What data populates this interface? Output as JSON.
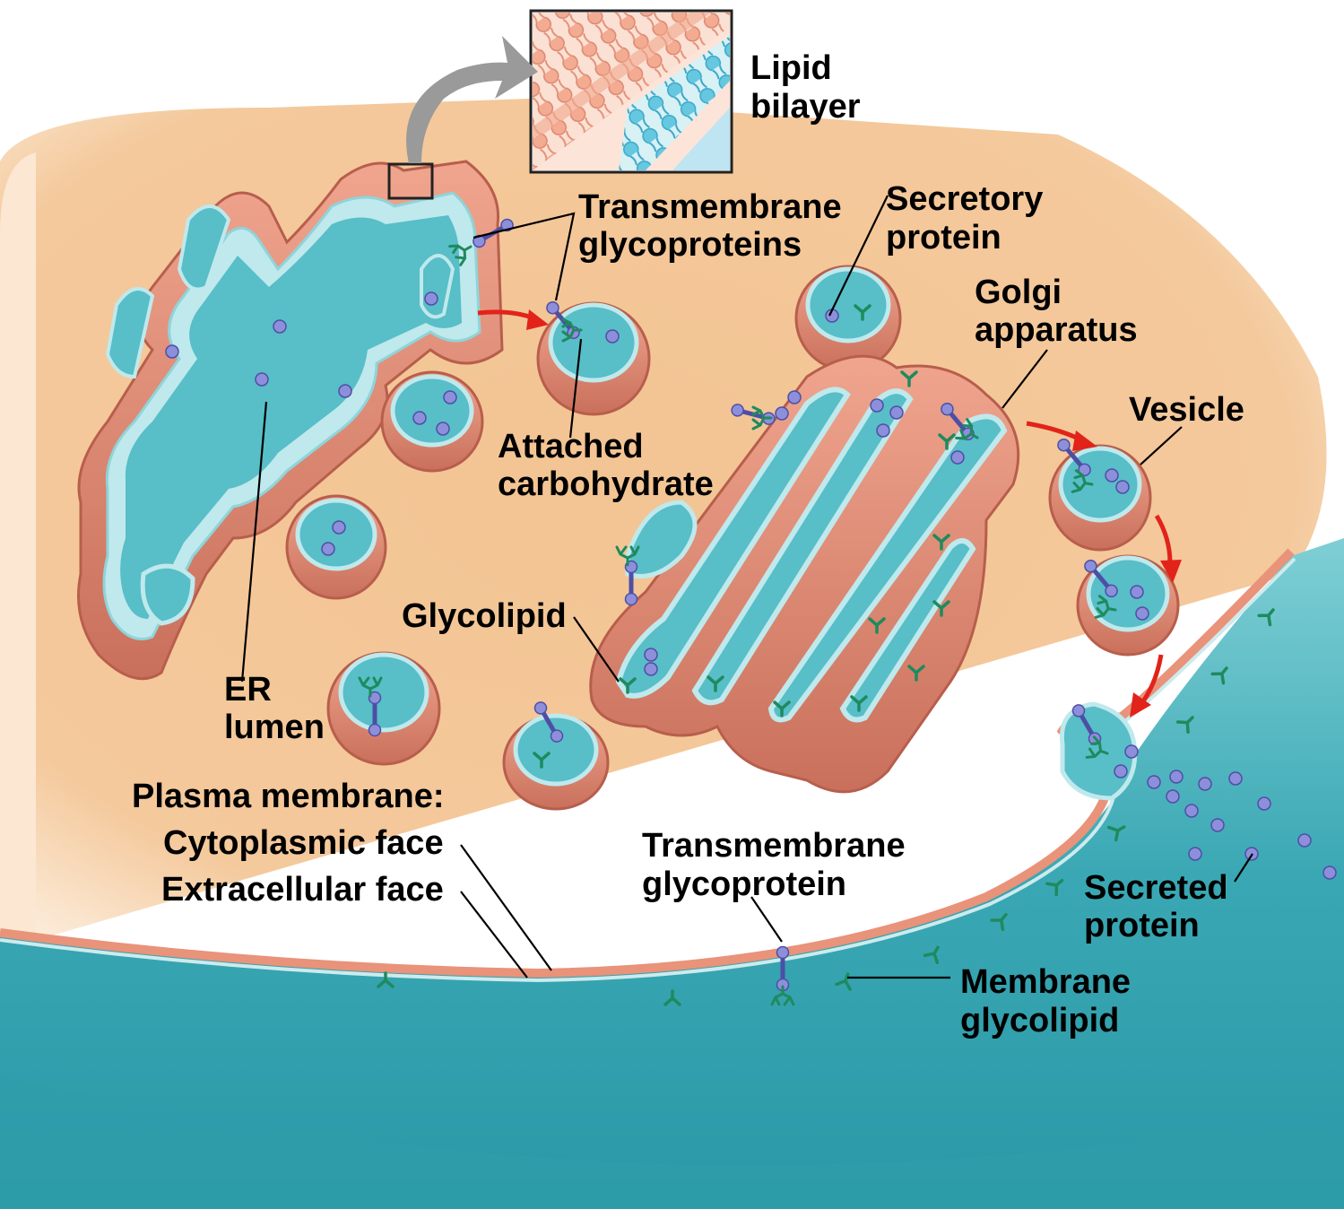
{
  "labels": {
    "lipid_bilayer": [
      "Lipid",
      "bilayer"
    ],
    "transmembrane_glycoproteins": [
      "Transmembrane",
      "glycoproteins"
    ],
    "secretory_protein": [
      "Secretory",
      "protein"
    ],
    "golgi_apparatus": [
      "Golgi",
      "apparatus"
    ],
    "vesicle": "Vesicle",
    "attached_carbohydrate": [
      "Attached",
      "carbohydrate"
    ],
    "glycolipid": "Glycolipid",
    "er_lumen": [
      "ER",
      "lumen"
    ],
    "plasma_membrane": "Plasma membrane:",
    "cytoplasmic_face": "Cytoplasmic face",
    "extracellular_face": "Extracellular face",
    "transmembrane_glycoprotein": [
      "Transmembrane",
      "glycoprotein"
    ],
    "secreted_protein": [
      "Secreted",
      "protein"
    ],
    "membrane_glycolipid": [
      "Membrane",
      "glycolipid"
    ]
  },
  "colors": {
    "cytoplasm": "#f2c08e",
    "cytoplasm_light": "#fbe6cf",
    "membrane": "#e8937a",
    "membrane_dark": "#c86a56",
    "lumen": "#62c2cc",
    "lumen_light": "#bde8ec",
    "extracellular": "#39a9b5",
    "protein": "#8d8fdb",
    "carbohydrate": "#1f8a5e",
    "arrow_red": "#e2231a",
    "arrow_gray": "#9a9a9a"
  }
}
